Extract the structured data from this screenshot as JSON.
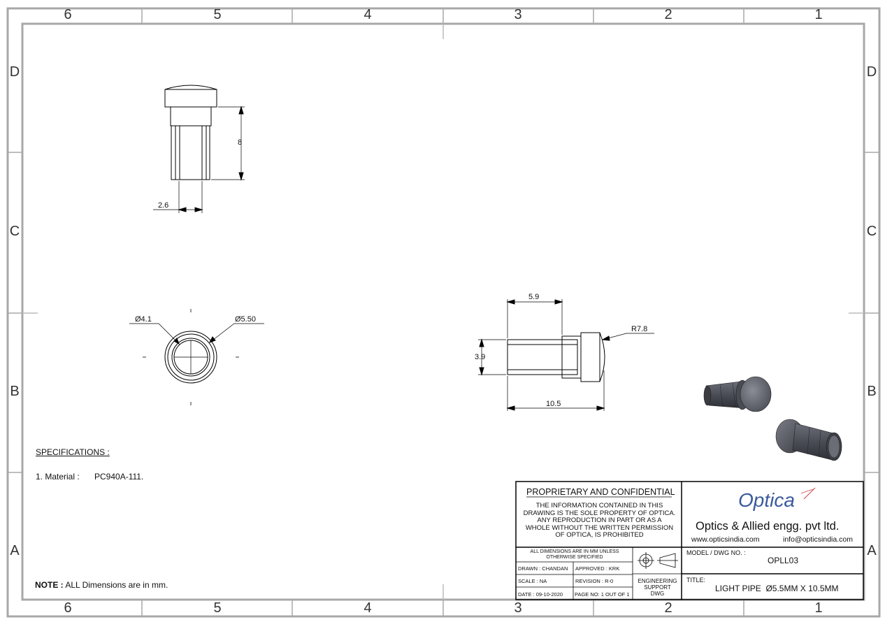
{
  "zones": {
    "columns": [
      "6",
      "5",
      "4",
      "3",
      "2",
      "1"
    ],
    "rows": [
      "D",
      "C",
      "B",
      "A"
    ]
  },
  "dimensions": {
    "top_view_height": "8",
    "top_view_width": "2.6",
    "inner_diameter": "Ø4.1",
    "outer_diameter": "Ø5.50",
    "side_length_1": "5.9",
    "side_radius": "R7.8",
    "side_height": "3.9",
    "side_length_total": "10.5"
  },
  "specifications": {
    "heading": "SPECIFICATIONS :",
    "material_label": "1. Material :",
    "material_value": "PC940A-111."
  },
  "note": {
    "label": "NOTE :",
    "text": "ALL Dimensions are in mm."
  },
  "title_block": {
    "proprietary_heading": "PROPRIETARY AND CONFIDENTIAL",
    "proprietary_lines": [
      "THE INFORMATION CONTAINED IN THIS",
      "DRAWING IS THE SOLE PROPERTY OF OPTICA.",
      "ANY REPRODUCTION  IN PART OR AS A",
      "WHOLE WITHOUT THE WRITTEN PERMISSION",
      "OF OPTICA, IS PROHIBITED"
    ],
    "logo_text": "Optica",
    "company_name": "Optics & Allied engg. pvt ltd.",
    "website": "www.opticsindia.com",
    "email": "info@opticsindia.com",
    "units_line1": "ALL DIMENSIONS ARE IN MM UNLESS",
    "units_line2": "OTHERWISE SPECIFIED",
    "drawn": "DRAWN : CHANDAN",
    "approved": "APPROVED : KRK",
    "scale": "SCALE : NA",
    "revision": "REVISION : R-0",
    "date": "DATE : 09-10-2020",
    "page": "PAGE NO: 1 OUT OF 1",
    "dwg_type_line1": "ENGINEERING",
    "dwg_type_line2": "SUPPORT",
    "dwg_type_line3": "DWG",
    "model_label": "MODEL / DWG NO. :",
    "model_value": "OPLL03",
    "title_label": "TITLE:",
    "title_value": "LIGHT PIPE  Ø5.5MM X 10.5MM"
  },
  "colors": {
    "border": "#9a9a9a",
    "line": "#000000",
    "logo": "#3a5a9c"
  }
}
